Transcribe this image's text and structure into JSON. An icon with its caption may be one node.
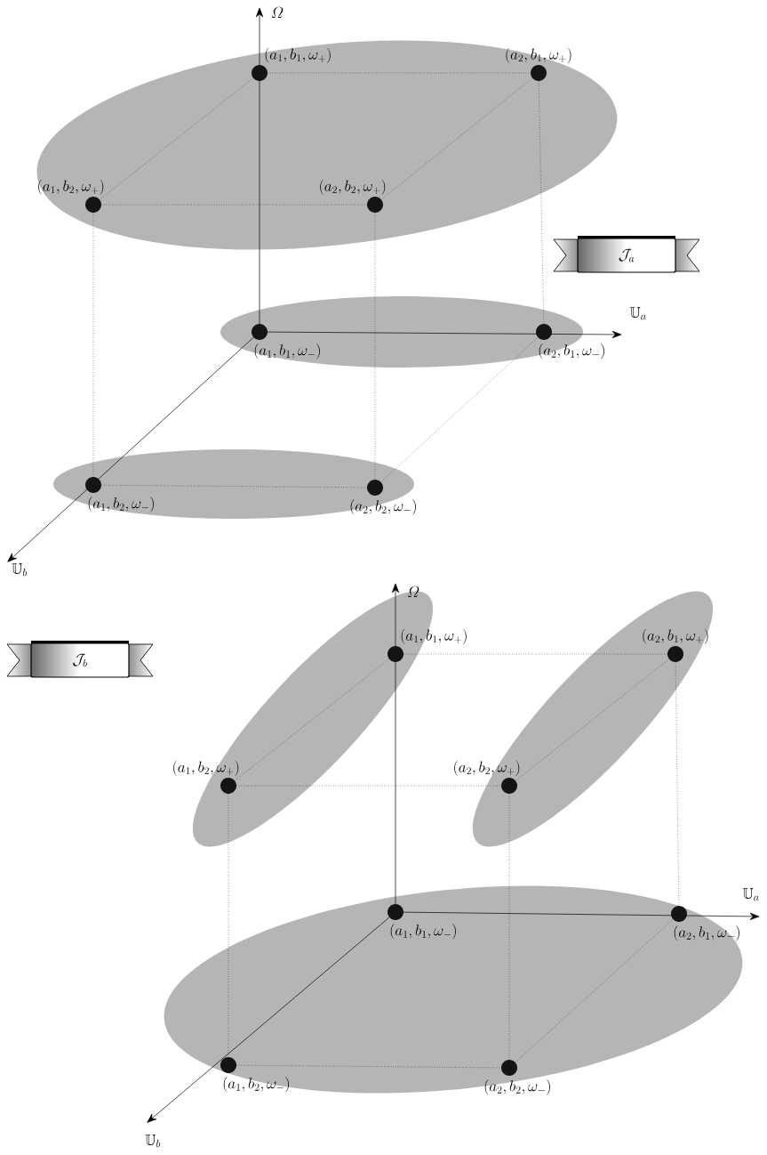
{
  "diagram": {
    "nodes": [
      {
        "text": [],
        "shape": "ellipse"
      },
      {
        "text": [],
        "shape": "circle",
        "beside": [
          "(a_1, b_1, \\omega_+)"
        ],
        "in": 0
      },
      {
        "text": [],
        "shape": "circle",
        "beside": [
          "(a_2, b_1, \\omega_+)"
        ],
        "in": 0
      },
      {
        "text": [],
        "shape": "circle",
        "beside": [
          "(a_1, b_2, \\omega_+)"
        ],
        "in": 0
      },
      {
        "text": [],
        "shape": "circle",
        "beside": [
          "(a_2, b_2, \\omega_+)"
        ],
        "in": 0
      },
      {
        "text": [
          "\\mathcal{J}_a"
        ]
      },
      {
        "text": [],
        "shape": "ellipse"
      },
      {
        "text": [],
        "shape": "circle",
        "beside": [
          "(a_1, b_1, \\omega_-)"
        ],
        "in": 6
      },
      {
        "text": [],
        "shape": "circle",
        "beside": [
          "(a_2, b_1, \\omega_-)"
        ],
        "in": 6
      },
      {
        "text": [],
        "shape": "ellipse"
      },
      {
        "text": [],
        "shape": "circle",
        "beside": [
          "(a_1, b_2, \\omega_-)"
        ],
        "in": 9
      },
      {
        "text": [],
        "shape": "circle",
        "beside": [
          "(a_2, b_2, \\omega_-)"
        ],
        "in": 9
      },
      {
        "text": [],
        "shape": "ellipse"
      },
      {
        "text": [],
        "shape": "circle",
        "beside": [
          "(a_1, b_1, \\omega_+)"
        ],
        "in": 12
      },
      {
        "text": [],
        "shape": "ellipse"
      },
      {
        "text": [],
        "shape": "circle",
        "beside": [
          "(a_2, b_1, \\omega_+)"
        ],
        "in": 14
      },
      {
        "text": [],
        "shape": "circle",
        "beside": [
          "(a_1, b_2, \\omega_+)"
        ],
        "in": 12
      },
      {
        "text": [],
        "shape": "circle",
        "beside": [
          "(a_2, b_2, \\omega_+)"
        ],
        "in": 14
      },
      {
        "text": [
          "\\mathcal{J}_b"
        ]
      },
      {
        "text": [],
        "shape": "ellipse"
      },
      {
        "text": [],
        "shape": "circle",
        "beside": [
          "(a_1, b_1, \\omega_-)"
        ],
        "in": 19
      },
      {
        "text": [],
        "shape": "circle",
        "beside": [
          "(a_2, b_1, \\omega_-)"
        ],
        "in": 19
      },
      {
        "text": [],
        "shape": "circle",
        "beside": [
          "(a_1, b_2, \\omega_-)"
        ],
        "in": 19
      },
      {
        "text": [],
        "shape": "circle",
        "beside": [
          "(a_2, b_2, \\omega_-)"
        ],
        "in": 19
      }
    ],
    "edges": [
      {
        "from": 1,
        "to": 2,
        "arrow": "none",
        "style": "dashed"
      },
      {
        "from": 1,
        "to": 3,
        "arrow": "none",
        "style": "dashed"
      },
      {
        "from": 3,
        "to": 4,
        "arrow": "none",
        "style": "dashed"
      },
      {
        "from": 2,
        "to": 4,
        "arrow": "none",
        "style": "dashed"
      },
      {
        "from": 2,
        "to": 8,
        "arrow": "none",
        "style": "dashed"
      },
      {
        "from": 3,
        "to": 10,
        "arrow": "none",
        "style": "dashed"
      },
      {
        "from": 4,
        "to": 11,
        "arrow": "none",
        "style": "dashed"
      },
      {
        "from": 10,
        "to": 11,
        "arrow": "none",
        "style": "dashed"
      },
      {
        "from": 8,
        "to": 11,
        "arrow": "none",
        "style": "dashed"
      },
      {
        "from": 13,
        "to": 15,
        "arrow": "none",
        "style": "dashed"
      },
      {
        "from": 13,
        "to": 16,
        "arrow": "none",
        "style": "dashed"
      },
      {
        "from": 16,
        "to": 17,
        "arrow": "none",
        "style": "dashed"
      },
      {
        "from": 15,
        "to": 17,
        "arrow": "none",
        "style": "dashed"
      },
      {
        "from": 15,
        "to": 21,
        "arrow": "none",
        "style": "dashed"
      },
      {
        "from": 16,
        "to": 22,
        "arrow": "none",
        "style": "dashed"
      },
      {
        "from": 17,
        "to": 23,
        "arrow": "none",
        "style": "dashed"
      },
      {
        "from": 22,
        "to": 23,
        "arrow": "none",
        "style": "dashed"
      },
      {
        "from": 21,
        "to": 23,
        "arrow": "none",
        "style": "dashed"
      }
    ],
    "labels": [
      "\\varOmega",
      "\\mathbb{U}_a",
      "\\mathbb{U}_b",
      "\\varOmega",
      "\\mathbb{U}_a",
      "\\mathbb{U}_b"
    ]
  }
}
